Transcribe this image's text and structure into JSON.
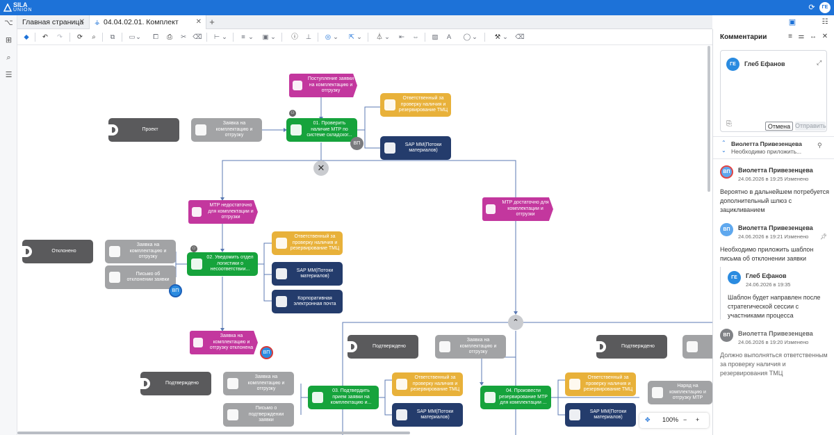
{
  "app": {
    "brand_line1": "SILA",
    "brand_line2": "UNION",
    "user_initials": "ГЕ",
    "accent": "#1d72d8"
  },
  "tabs": [
    {
      "label": "Главная страница"
    },
    {
      "label": "04.04.02.01. Комплект"
    }
  ],
  "diagram": {
    "nodes": {
      "proj": "Проект",
      "req1": "Заявка на комплектацию и отгрузку",
      "start": "Поступление заявки на комплектацию и отгрузку",
      "resp1": "Ответственный за проверку наличия и резервирование ТМЦ",
      "task1": "01. Проверить наличие МТР по системе складског...",
      "sap1": "SAP MM(Потоки материалов)",
      "ev_insuf": "МТР недостаточно для комплектации и отгрузки",
      "ev_suf": "МТР достаточно для комплектации и отгрузки",
      "rejected": "Отклонено",
      "req2": "Заявка на комплектацию и отгрузку",
      "letter1": "Письмо об отклонении заявки",
      "task2": "02. Уведомить отдел логистики о несоответствии...",
      "resp2": "Ответственный за проверку наличия и резервирование ТМЦ",
      "sap2": "SAP MM(Потоки материалов)",
      "mail": "Корпоративная электронная почта",
      "ev_rejected": "Заявка на комплектацию и отгрузку отклонена",
      "confirmed1": "Подтверждено",
      "req3": "Заявка на комплектацию и отгрузку",
      "confirmed2": "Подтверждено",
      "confirmed3": "Подтверждено",
      "req4": "Заявка на комплектацию и отгрузку",
      "letter2": "Письмо о подтверждении заявки",
      "task3": "03. Подтвердить прием заявки на комплектацию и...",
      "resp3": "Ответственный за проверку наличия и резервирование ТМЦ",
      "sap3": "SAP MM(Потоки материалов)",
      "task4": "04. Произвести резервирование МТР для комплектации ...",
      "resp4": "Ответственный за проверку наличия и резервирование ТМЦ",
      "sap4": "SAP MM(Потоки материалов)",
      "order": "Наряд на комплектацию и отгрузку МТР"
    },
    "avatars": {
      "vp": "ВП"
    }
  },
  "zoom": {
    "level": "100%",
    "minus": "−",
    "plus": "+"
  },
  "panel": {
    "title": "Комментарии",
    "editor_author": "Глеб Ефанов",
    "editor_initials": "ГЕ",
    "cancel": "Отмена",
    "send": "Отправить",
    "pinned_author": "Виолетта Привезенцева",
    "pinned_excerpt": "Необходимо приложить...",
    "comments": [
      {
        "initials": "ВП",
        "author": "Виолетта Привезенцева",
        "meta": "24.06.2026 в 19:25 Изменено",
        "text": "Вероятно в дальнейшем потребуется дополнительный шлюз с зацикливанием"
      },
      {
        "initials": "ВП",
        "author": "Виолетта Привезенцева",
        "meta": "24.06.2026 в 19:21 Изменено",
        "text": "Необходимо приложить шаблон письма об отклонении заявки"
      },
      {
        "initials": "ГЕ",
        "author": "Глеб Ефанов",
        "meta": "24.06.2026 в 19:35",
        "text": "Шаблон будет направлен после стратегической сессии с участниками процесса"
      },
      {
        "initials": "ВП",
        "author": "Виолетта Привезенцева",
        "meta": "24.06.2026 в 19:20 Изменено",
        "text": "Должно выполняться ответственным за проверку наличия и резервирования ТМЦ"
      }
    ]
  }
}
